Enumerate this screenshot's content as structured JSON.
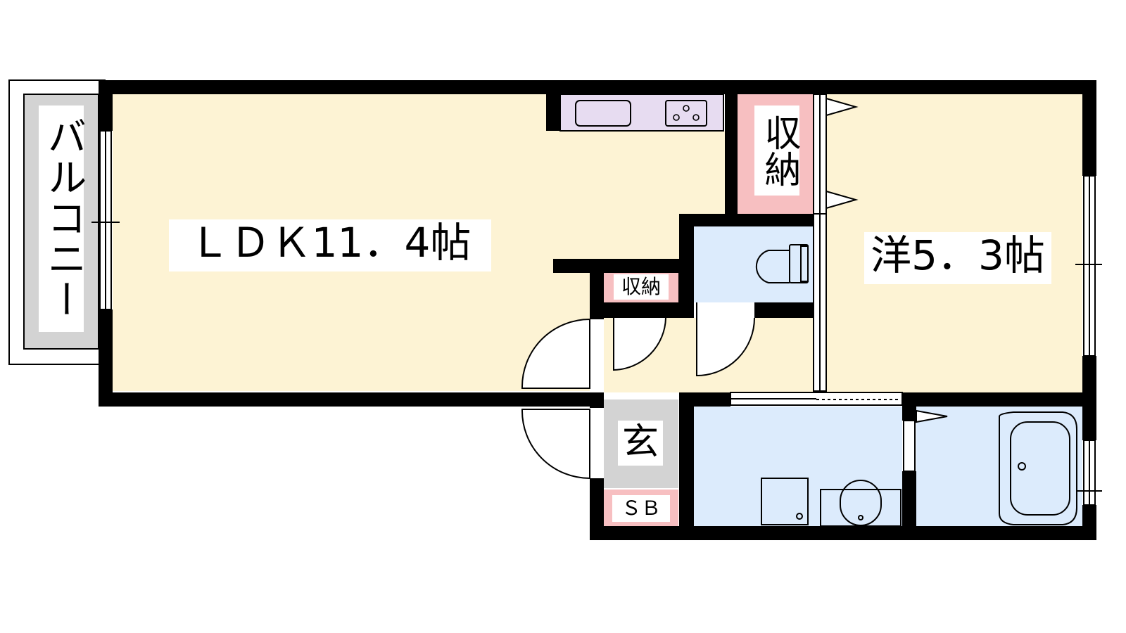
{
  "labels": {
    "balcony": "バルコニー",
    "ldk": "ＬＤＫ11．4帖",
    "western_room": "洋5．3帖",
    "storage_large": "収納",
    "storage_small": "収納",
    "entrance": "玄",
    "shoe_box": "ＳＢ"
  },
  "colors": {
    "wall": "#000000",
    "room_floor": "#fdf3d4",
    "wet_area": "#dcebfc",
    "storage": "#f7bfc1",
    "entrance": "#d3d3d3",
    "balcony": "#d3d3d3",
    "kitchen": "#e7dcf1"
  }
}
